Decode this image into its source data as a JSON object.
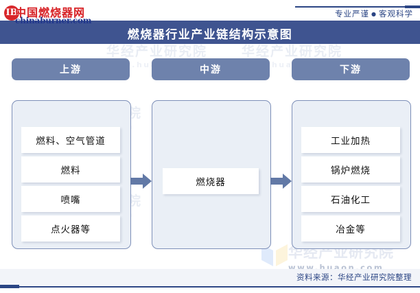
{
  "logo": {
    "badge": "IB",
    "name_cn": "中国燃烧器网",
    "name_en": "chinaburner.com",
    "color": "#d8262a"
  },
  "header": {
    "tagline_left": "专业严谨",
    "tagline_dot": "●",
    "tagline_right": "客观科学",
    "title": "燃烧器行业产业链结构示意图",
    "title_bar_color": "#3f5490",
    "accent_color": "#2b4584"
  },
  "columns": [
    {
      "key": "upstream",
      "label": "上游",
      "items": [
        "燃料、空气管道",
        "燃料",
        "喷嘴",
        "点火器等"
      ]
    },
    {
      "key": "midstream",
      "label": "中游",
      "items": [
        "燃烧器"
      ]
    },
    {
      "key": "downstream",
      "label": "下游",
      "items": [
        "工业加热",
        "锅炉燃烧",
        "石油化工",
        "冶金等"
      ]
    }
  ],
  "arrows": [
    {
      "name": "arrow-upstream-to-midstream"
    },
    {
      "name": "arrow-midstream-to-downstream"
    }
  ],
  "watermark": {
    "cn": "华经产业研究院",
    "en": "www.huaon.com"
  },
  "footer": {
    "source": "资料来源：华经产业研究院整理"
  },
  "theme": {
    "header_box": "#6e82ac",
    "panel_fill": "#eaeff6",
    "panel_border": "#7d8fb8",
    "arrow": "#6279a6"
  }
}
